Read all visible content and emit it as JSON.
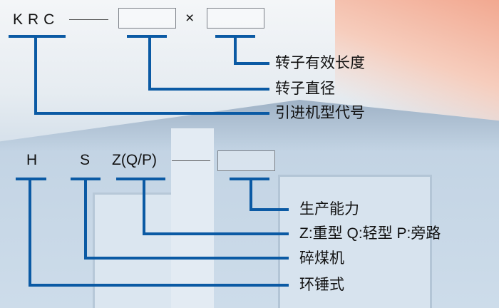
{
  "top_code": {
    "prefix": "KRC",
    "separator": "×",
    "labels": [
      "转子有效长度",
      "转子直径",
      "引进机型代号"
    ]
  },
  "bottom_code": {
    "parts": [
      "H",
      "S",
      "Z(Q/P)"
    ],
    "labels": [
      "生产能力",
      "Z:重型 Q:轻型 P:旁路",
      "碎煤机",
      "环锤式"
    ]
  },
  "colors": {
    "line": "#0b5aa4"
  }
}
